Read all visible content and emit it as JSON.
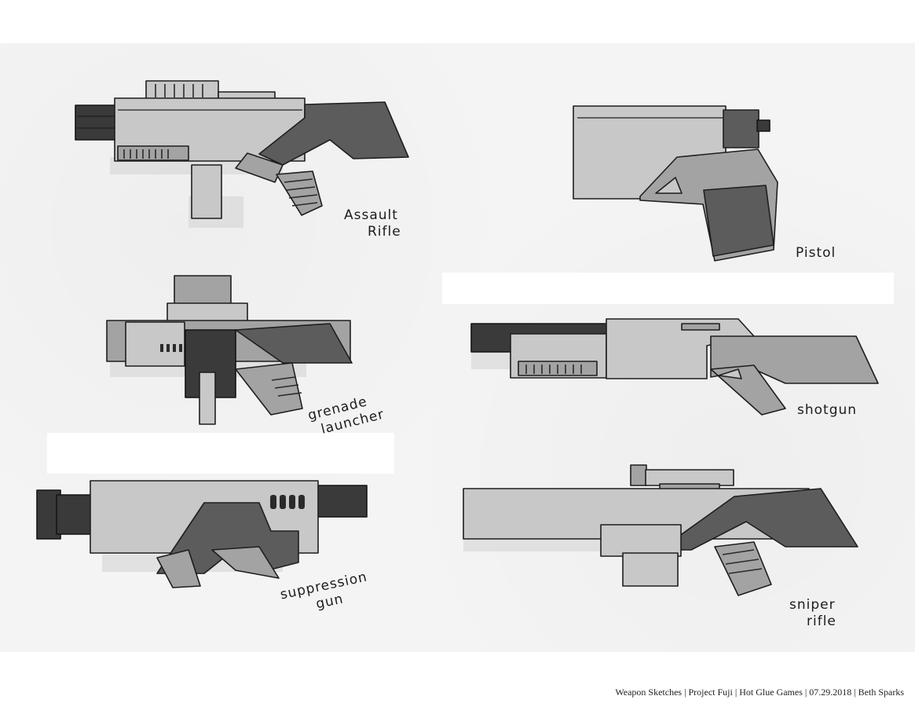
{
  "labels": {
    "assault_rifle": [
      "Assault",
      "Rifle"
    ],
    "pistol": [
      "Pistol"
    ],
    "grenade_launcher": [
      "grenade",
      "launcher"
    ],
    "shotgun": [
      "shotgun"
    ],
    "suppression_gun": [
      "suppression",
      "gun"
    ],
    "sniper_rifle": [
      "sniper",
      "rifle"
    ]
  },
  "footer": "Weapon Sketches | Project Fuji | Hot Glue Games | 07.29.2018 | Beth Sparks"
}
